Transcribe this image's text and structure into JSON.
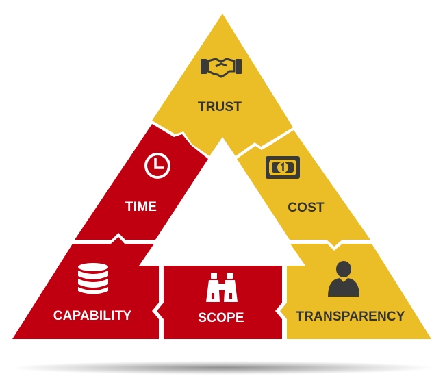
{
  "segments": {
    "trust": {
      "label": "TRUST",
      "icon": "handshake-icon"
    },
    "time": {
      "label": "TIME",
      "icon": "clock-icon"
    },
    "cost": {
      "label": "COST",
      "icon": "banknote-icon"
    },
    "capability": {
      "label": "CAPABILITY",
      "icon": "database-icon"
    },
    "scope": {
      "label": "SCOPE",
      "icon": "binoculars-icon"
    },
    "transparency": {
      "label": "TRANSPARENCY",
      "icon": "person-icon"
    }
  },
  "colors": {
    "red": "#c00010",
    "yellow": "#ebbd26",
    "white_text": "#ffffff",
    "dark_text": "#333333",
    "dark_icon": "#3a3a3a"
  }
}
